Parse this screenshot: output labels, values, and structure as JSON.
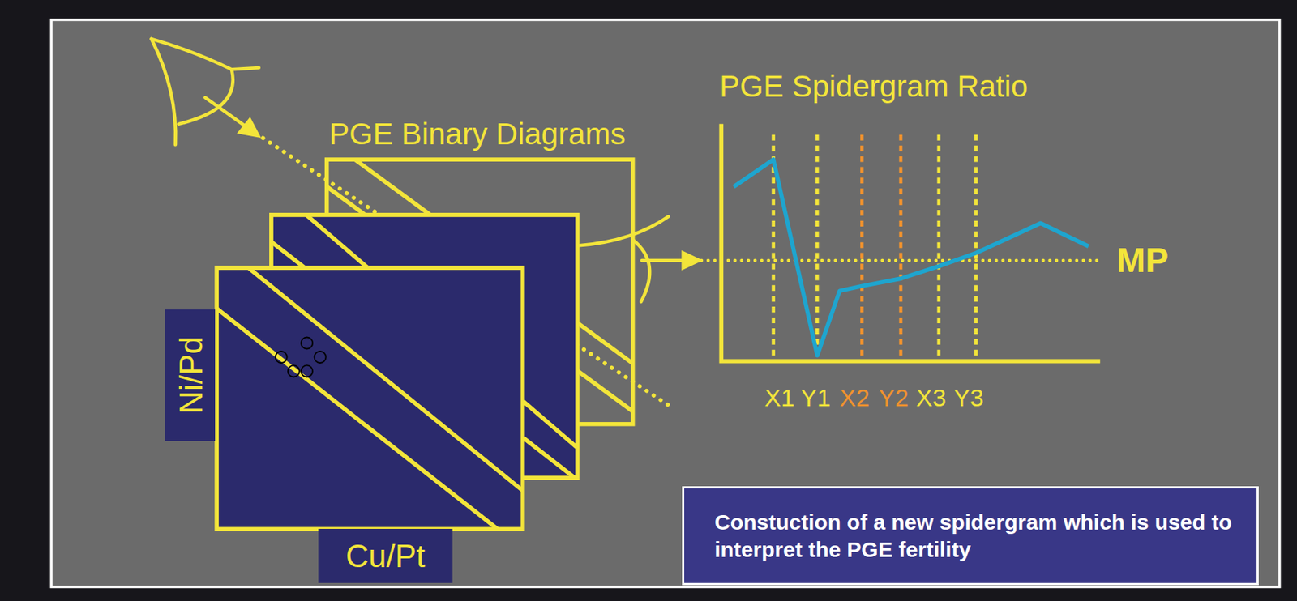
{
  "diagram": {
    "nodes": [
      {
        "text": [
          "Ni/Pd"
        ]
      },
      {
        "text": [
          "Cu/Pt"
        ]
      },
      {
        "text": [
          "Constuction of a new spidergram which is used to interpret the PGE fertility"
        ]
      }
    ],
    "labels": [
      "PGE Binary Diagrams",
      "PGE Spidergram Ratio",
      "MP",
      "X1",
      "Y1",
      "X2",
      "Y2",
      "X3",
      "Y3"
    ]
  }
}
